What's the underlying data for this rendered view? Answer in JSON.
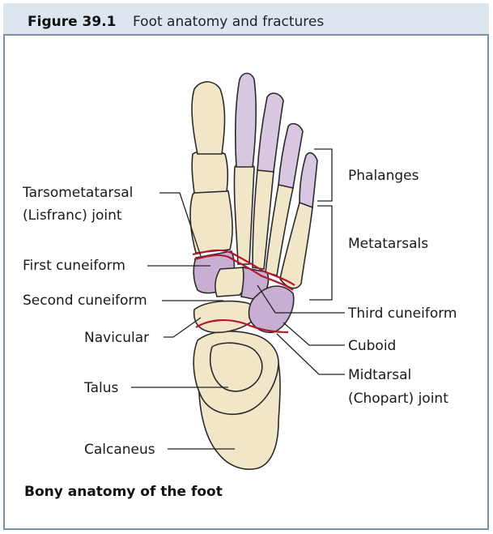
{
  "figure": {
    "number": "Figure 39.1",
    "title": "Foot anatomy and fractures"
  },
  "labels": {
    "tarsometatarsal_line1": "Tarsometatarsal",
    "tarsometatarsal_line2": "(Lisfranc) joint",
    "first_cuneiform": "First cuneiform",
    "second_cuneiform": "Second cuneiform",
    "navicular": "Navicular",
    "talus": "Talus",
    "calcaneus": "Calcaneus",
    "phalanges": "Phalanges",
    "metatarsals": "Metatarsals",
    "third_cuneiform": "Third cuneiform",
    "cuboid": "Cuboid",
    "midtarsal_line1": "Midtarsal",
    "midtarsal_line2": "(Chopart) joint"
  },
  "caption": "Bony anatomy of the foot",
  "colors": {
    "header_bg": "#dde6ee",
    "frame": "#7a93a8",
    "bone": "#f1e7c8",
    "highlight_bone": "#c9aed3",
    "joint_line": "#b3172b"
  }
}
